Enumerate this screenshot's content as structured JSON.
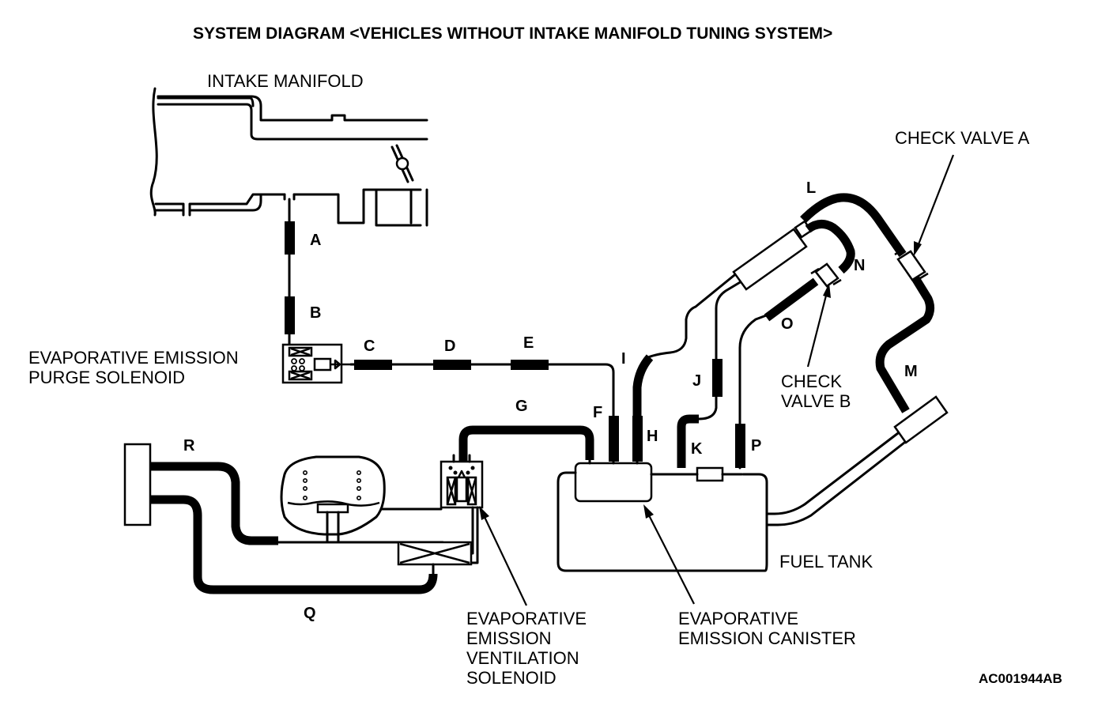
{
  "title": "SYSTEM DIAGRAM <VEHICLES WITHOUT INTAKE MANIFOLD TUNING SYSTEM>",
  "labels": {
    "intake_manifold": "INTAKE MANIFOLD",
    "purge_solenoid": "EVAPORATIVE EMISSION\nPURGE SOLENOID",
    "check_valve_a": "CHECK VALVE A",
    "check_valve_b": "CHECK\nVALVE B",
    "fuel_tank": "FUEL TANK",
    "ventilation_solenoid": "EVAPORATIVE\nEMISSION\nVENTILATION\nSOLENOID",
    "canister": "EVAPORATIVE\nEMISSION CANISTER"
  },
  "hose_letters": {
    "A": "A",
    "B": "B",
    "C": "C",
    "D": "D",
    "E": "E",
    "F": "F",
    "G": "G",
    "H": "H",
    "I": "I",
    "J": "J",
    "K": "K",
    "L": "L",
    "M": "M",
    "N": "N",
    "O": "O",
    "P": "P",
    "Q": "Q",
    "R": "R"
  },
  "figure_code": "AC001944AB"
}
